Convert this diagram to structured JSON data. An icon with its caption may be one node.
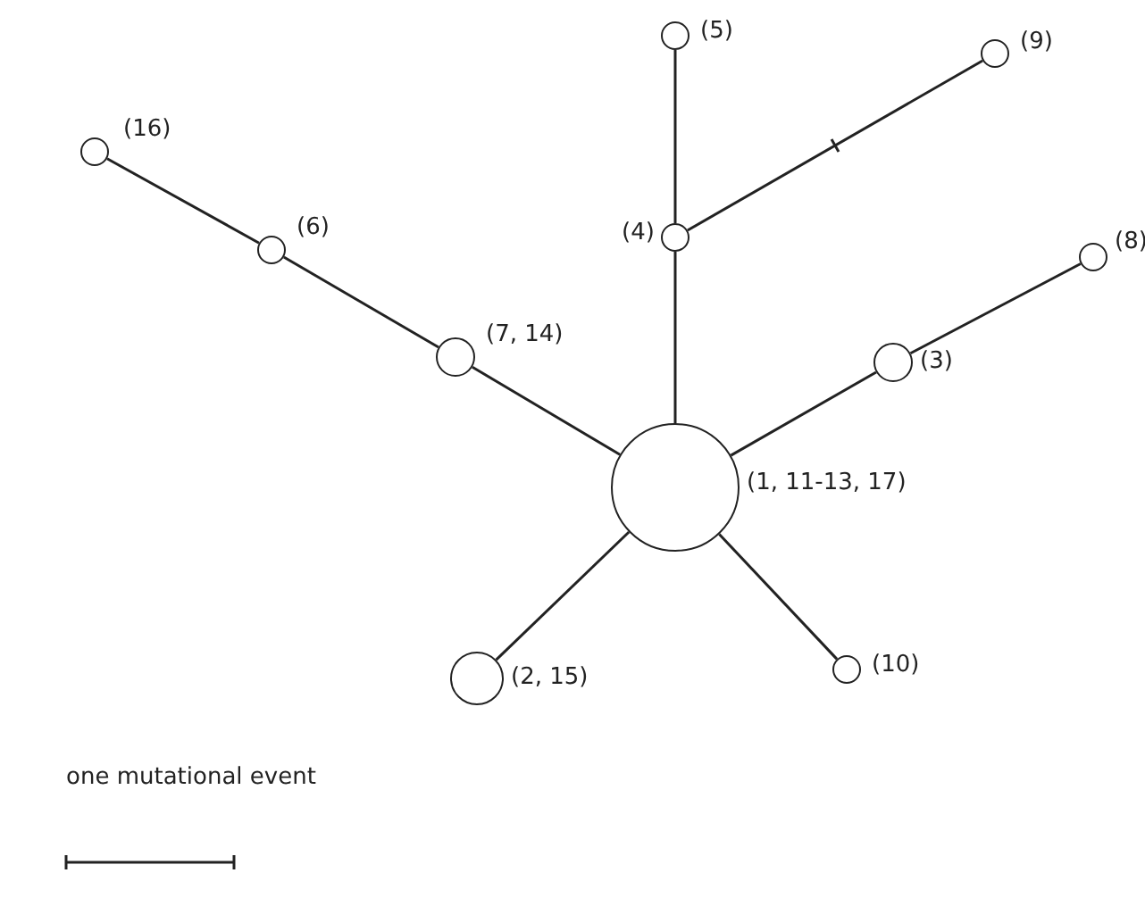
{
  "diagram": {
    "nodes": [
      {
        "text": [],
        "shape": "circle",
        "beside": [
          "(5)"
        ]
      },
      {
        "text": [],
        "shape": "circle",
        "beside": [
          "(9)"
        ]
      },
      {
        "text": [],
        "shape": "circle",
        "beside": [
          "(16)"
        ]
      },
      {
        "text": [],
        "shape": "circle",
        "beside": [
          "(4)"
        ]
      },
      {
        "text": [],
        "shape": "circle",
        "beside": [
          "(6)"
        ]
      },
      {
        "text": [],
        "shape": "circle",
        "beside": [
          "(8)"
        ]
      },
      {
        "text": [],
        "shape": "circle",
        "beside": [
          "(7, 14)"
        ]
      },
      {
        "text": [],
        "shape": "circle",
        "beside": [
          "(3)"
        ]
      },
      {
        "text": [],
        "shape": "circle",
        "beside": [
          "(1, 11-13, 17)"
        ]
      },
      {
        "text": [],
        "shape": "circle",
        "beside": [
          "(10)"
        ]
      },
      {
        "text": [],
        "shape": "circle",
        "beside": [
          "(2, 15)"
        ]
      }
    ],
    "edges": [
      {
        "from": 2,
        "to": 4,
        "arrow": "none"
      },
      {
        "from": 4,
        "to": 6,
        "arrow": "none"
      },
      {
        "from": 6,
        "to": 8,
        "arrow": "none"
      },
      {
        "from": 0,
        "to": 3,
        "arrow": "none"
      },
      {
        "from": 3,
        "to": 1,
        "arrow": "none"
      },
      {
        "from": 3,
        "to": 8,
        "arrow": "none"
      },
      {
        "from": 5,
        "to": 7,
        "arrow": "none"
      },
      {
        "from": 7,
        "to": 8,
        "arrow": "none"
      },
      {
        "from": 8,
        "to": 9,
        "arrow": "none"
      },
      {
        "from": 8,
        "to": 10,
        "arrow": "none"
      }
    ],
    "labels": [
      "one mutational event"
    ]
  }
}
